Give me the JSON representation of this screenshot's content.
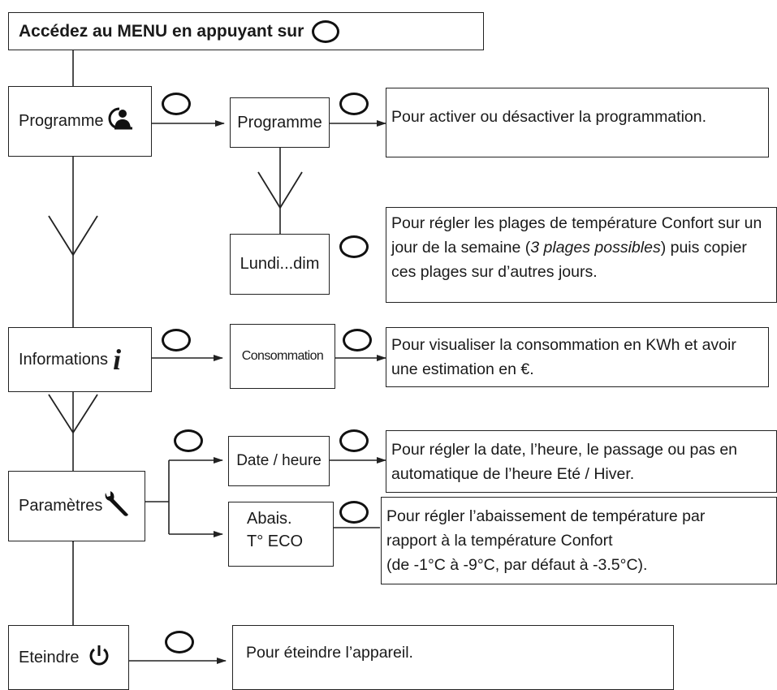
{
  "header": {
    "text": "Accédez au MENU en appuyant sur",
    "button_icon": "oval-button-icon"
  },
  "menu": {
    "programme": {
      "label": "Programme",
      "icon": "clock-user-icon"
    },
    "informations": {
      "label": "Informations",
      "icon": "info-icon"
    },
    "parametres": {
      "label": "Paramètres",
      "icon": "wrench-icon"
    },
    "eteindre": {
      "label": "Eteindre",
      "icon": "power-icon"
    }
  },
  "submenu": {
    "programme": "Programme",
    "lundi_dim": "Lundi...dim",
    "consommation": "Consommation",
    "date_heure": "Date / heure",
    "abais_line1": "Abais.",
    "abais_line2": "T° ECO"
  },
  "descriptions": {
    "programme": "Pour activer ou désactiver la programmation.",
    "lundi_dim": {
      "part1": "Pour régler les plages de température Confort sur un jour de la semaine (",
      "italic": "3 plages possibles",
      "part2": ") puis copier ces plages sur d’autres jours."
    },
    "consommation": "Pour visualiser la consommation en KWh et avoir une estimation en €.",
    "date_heure": "Pour régler la date, l’heure, le passage ou pas en automatique de l’heure Eté / Hiver.",
    "abais": {
      "line1": "Pour régler l’abaissement de température par",
      "line2": "rapport à la température Confort",
      "line3": "(de -1°C à -9°C, par défaut à -3.5°C)."
    },
    "eteindre": "Pour éteindre l’appareil."
  },
  "colors": {
    "line": "#222222",
    "background": "#ffffff"
  }
}
